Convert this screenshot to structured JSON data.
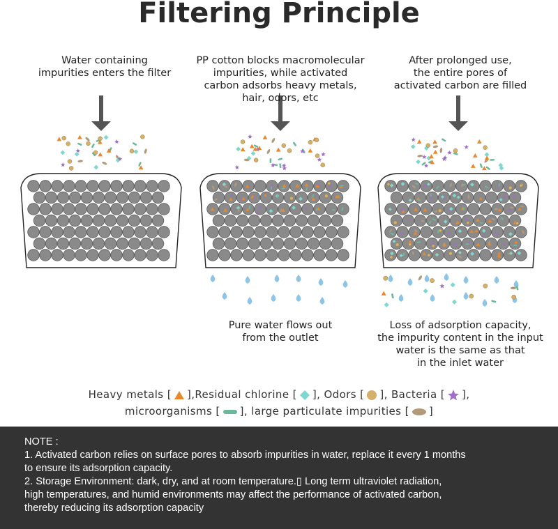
{
  "title": "Filtering Principle",
  "panels": [
    {
      "top_caption": "Water containing\nimpurities enters the filter",
      "bottom_caption": ""
    },
    {
      "top_caption": "PP cotton blocks macromolecular\nimpurities, while activated\ncarbon adsorbs heavy metals,\nhair, odors, etc",
      "bottom_caption": "Pure water flows out\nfrom the outlet"
    },
    {
      "top_caption": "After prolonged use,\nthe entire pores of\nactivated carbon are filled",
      "bottom_caption": "Loss of adsorption capacity,\nthe impurity content in the input\nwater is the same as that\nin the inlet water"
    }
  ],
  "legend": {
    "heavy_metals": "Heavy metals [",
    "residual_chlorine": "],Residual chlorine [",
    "odors": "], Odors [",
    "bacteria": "], Bacteria [",
    "bacteria_end": "],",
    "microorganisms": "microorganisms [",
    "particulate": "], large particulate impurities [",
    "end": "]"
  },
  "colors": {
    "heavy_metals": "#e8892f",
    "residual_chlorine": "#7fd8cf",
    "odors": "#d4b06a",
    "bacteria": "#a070c8",
    "microorganisms": "#6bb89a",
    "particulate": "#b09a7a",
    "carbon": "#8a8a8a",
    "water": "#8ec5e6",
    "note_bg": "#333333"
  },
  "note": {
    "heading": "NOTE :",
    "line1": "1. Activated carbon relies on surface pores to absorb impurities in water, replace it every 1 months",
    "line2": "to ensure its adsorption capacity.",
    "line3": "2. Storage Environment: dark, dry, and at room temperature.▯ Long term ultraviolet radiation,",
    "line4": "high temperatures, and humid environments may affect the performance of activated carbon,",
    "line5": "thereby reducing its adsorption capacity"
  }
}
